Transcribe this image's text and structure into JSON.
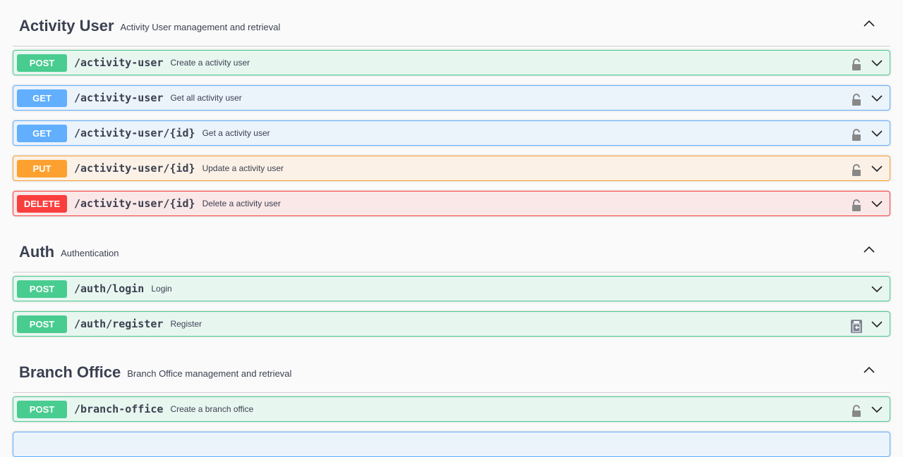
{
  "sections": [
    {
      "title": "Activity User",
      "description": "Activity User management and retrieval",
      "expanded": true,
      "operations": [
        {
          "method": "POST",
          "path": "/activity-user",
          "summary": "Create a activity user",
          "icon": "lock-icon"
        },
        {
          "method": "GET",
          "path": "/activity-user",
          "summary": "Get all activity user",
          "icon": "lock-icon"
        },
        {
          "method": "GET",
          "path": "/activity-user/{id}",
          "summary": "Get a activity user",
          "icon": "lock-icon"
        },
        {
          "method": "PUT",
          "path": "/activity-user/{id}",
          "summary": "Update a activity user",
          "icon": "lock-icon"
        },
        {
          "method": "DELETE",
          "path": "/activity-user/{id}",
          "summary": "Delete a activity user",
          "icon": "lock-icon"
        }
      ]
    },
    {
      "title": "Auth",
      "description": "Authentication",
      "expanded": true,
      "operations": [
        {
          "method": "POST",
          "path": "/auth/login",
          "summary": "Login",
          "icon": ""
        },
        {
          "method": "POST",
          "path": "/auth/register",
          "summary": "Register",
          "icon": "clipboard-icon"
        }
      ]
    },
    {
      "title": "Branch Office",
      "description": "Branch Office management and retrieval",
      "expanded": true,
      "operations": [
        {
          "method": "POST",
          "path": "/branch-office",
          "summary": "Create a branch office",
          "icon": "lock-icon"
        }
      ]
    }
  ],
  "colors": {
    "post": "#49cc90",
    "get": "#61affe",
    "put": "#fca130",
    "delete": "#f93e3e"
  }
}
